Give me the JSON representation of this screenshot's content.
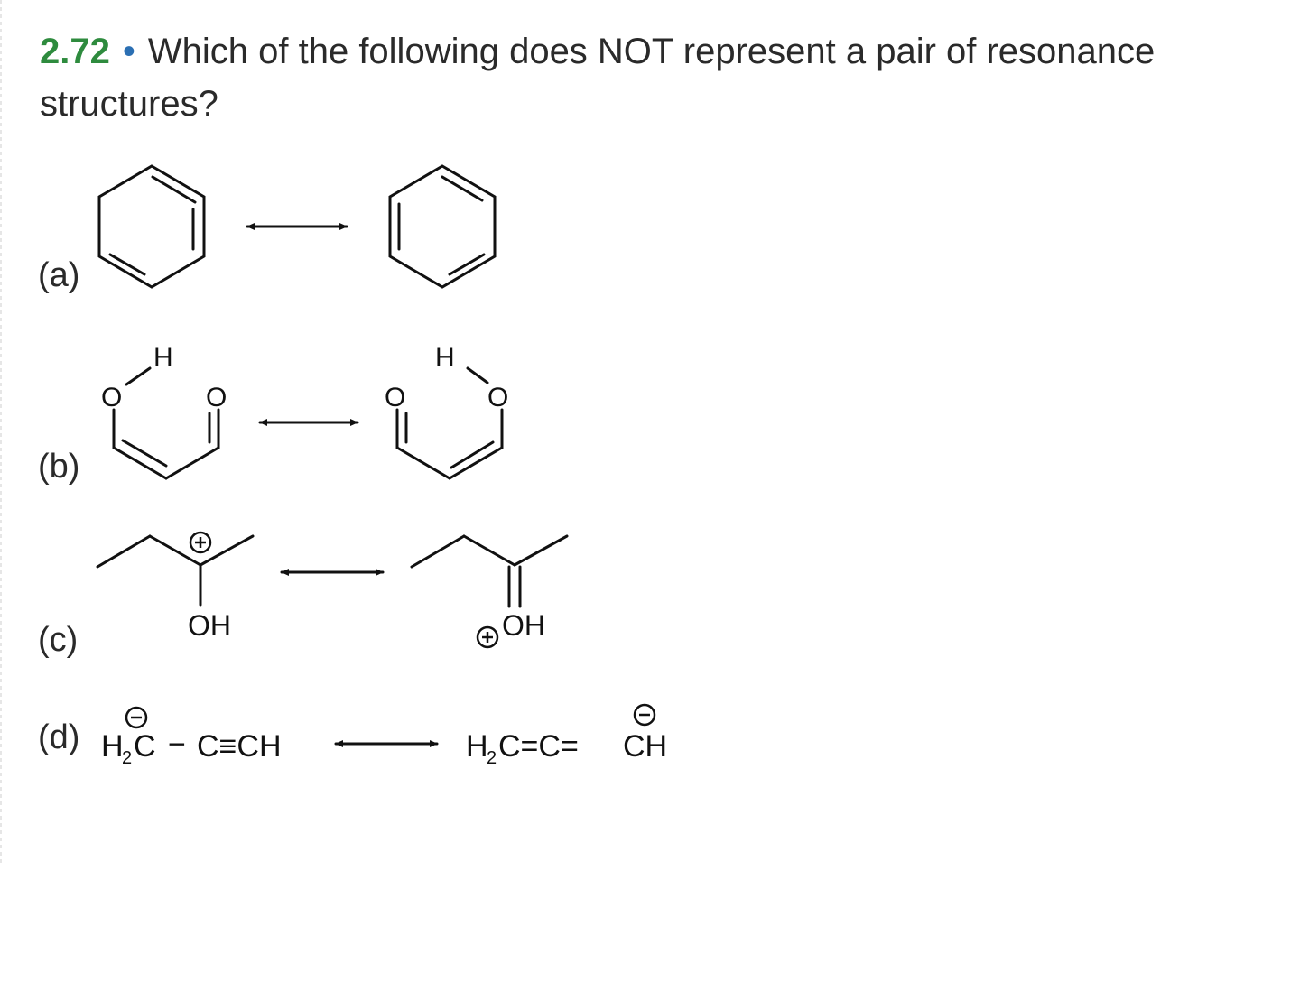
{
  "question": {
    "number": "2.72",
    "bullet": "•",
    "text": "Which of the following does NOT represent a pair of resonance structures?"
  },
  "options": {
    "a": {
      "label": "(a)"
    },
    "b": {
      "label": "(b)",
      "atom_h": "H",
      "atom_o": "O"
    },
    "c": {
      "label": "(c)",
      "oh": "OH",
      "plus": "+"
    },
    "d": {
      "label": "(d)",
      "left_h": "H",
      "left_sub": "2",
      "left_c": "C",
      "left_bond": "−",
      "left_rest": "C≡CH",
      "right_h": "H",
      "right_sub": "2",
      "right_rest": "C=C=",
      "right_ch": "CH",
      "minus": "−"
    }
  }
}
